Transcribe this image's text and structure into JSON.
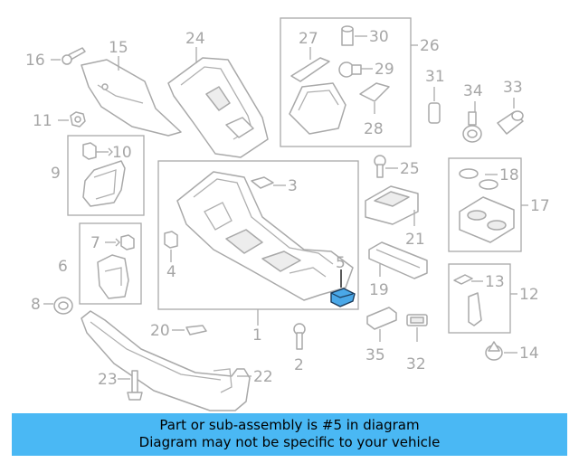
{
  "banner": {
    "line1": "Part or sub-assembly is #5 in diagram",
    "line2": "Diagram may not be specific to your vehicle"
  },
  "highlight_part": "5",
  "colors": {
    "highlight": "#4aa8e8",
    "banner": "#4ab8f4",
    "label": "#a6a6a6"
  },
  "labels": {
    "p1": "1",
    "p2": "2",
    "p3": "3",
    "p4": "4",
    "p5": "5",
    "p6": "6",
    "p7": "7",
    "p8": "8",
    "p9": "9",
    "p10": "10",
    "p11": "11",
    "p12": "12",
    "p13": "13",
    "p14": "14",
    "p15": "15",
    "p16": "16",
    "p17": "17",
    "p18": "18",
    "p19": "19",
    "p20": "20",
    "p21": "21",
    "p22": "22",
    "p23": "23",
    "p24": "24",
    "p25": "25",
    "p26": "26",
    "p27": "27",
    "p28": "28",
    "p29": "29",
    "p30": "30",
    "p31": "31",
    "p32": "32",
    "p33": "33",
    "p34": "34",
    "p35": "35"
  }
}
